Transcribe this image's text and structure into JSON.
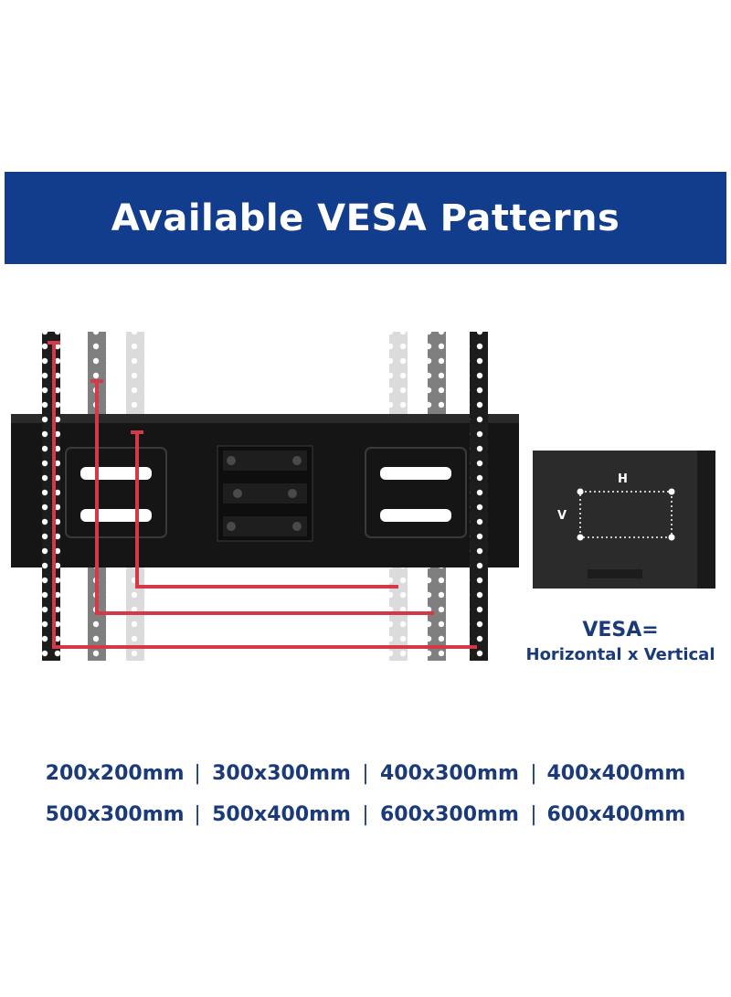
{
  "header": {
    "title": "Available VESA Patterns"
  },
  "diagram": {
    "tv_back": {
      "h_label": "H",
      "v_label": "V"
    },
    "formula": {
      "equation": "VESA=",
      "description": "Horizontal x Vertical"
    },
    "colors": {
      "banner": "#123c8c",
      "text_blue": "#1a3a7a",
      "measure_red": "#d33a45"
    }
  },
  "patterns": [
    [
      "200x200mm",
      "300x300mm",
      "400x300mm",
      "400x400mm"
    ],
    [
      "500x300mm",
      "500x400mm",
      "600x300mm",
      "600x400mm"
    ]
  ]
}
